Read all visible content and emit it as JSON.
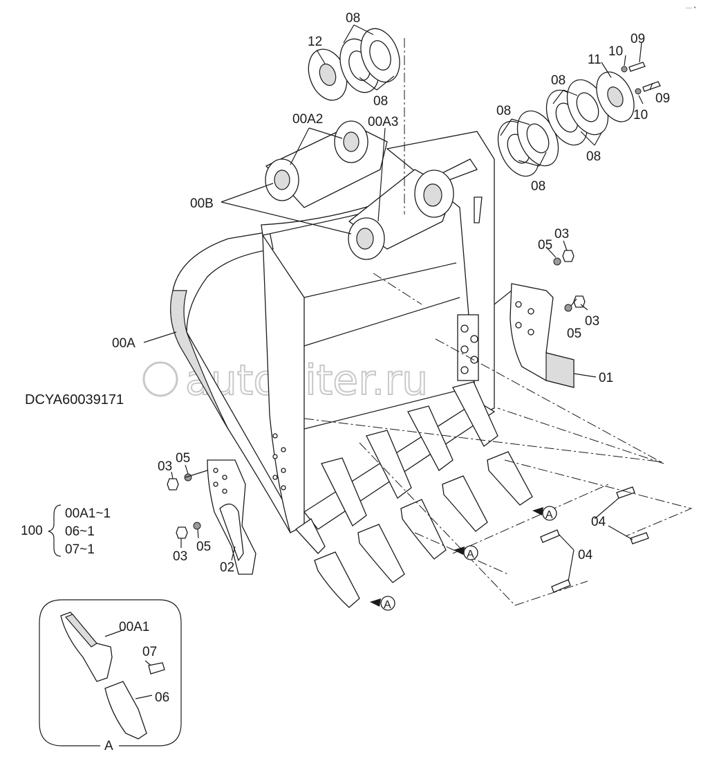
{
  "drawing_code": "DCYA60039171",
  "watermark": "autopiter.ru",
  "corner_mark": "— •",
  "callouts": {
    "p12": "12",
    "p08_a": "08",
    "p08_b": "08",
    "p08_c": "08",
    "p08_d": "08",
    "p08_e": "08",
    "p08_f": "08",
    "p11": "11",
    "p10_a": "10",
    "p10_b": "10",
    "p09_a": "09",
    "p09_b": "09",
    "p00A2": "00A2",
    "p00A3": "00A3",
    "p00B": "00B",
    "p00A": "00A",
    "p05_a": "05",
    "p03_a": "03",
    "p05_b": "05",
    "p03_b": "03",
    "p01": "01",
    "p03_c": "03",
    "p05_c": "05",
    "p03_d": "03",
    "p05_d": "05",
    "p02": "02",
    "p04_a": "04",
    "p04_b": "04"
  },
  "assembly": {
    "number": "100",
    "items": [
      "00A1~1",
      "06~1",
      "07~1"
    ]
  },
  "view_refs": {
    "ref1": "A",
    "ref2": "A",
    "ref3": "A"
  },
  "detail": {
    "label": "A",
    "p00A1": "00A1",
    "p07": "07",
    "p06": "06"
  }
}
